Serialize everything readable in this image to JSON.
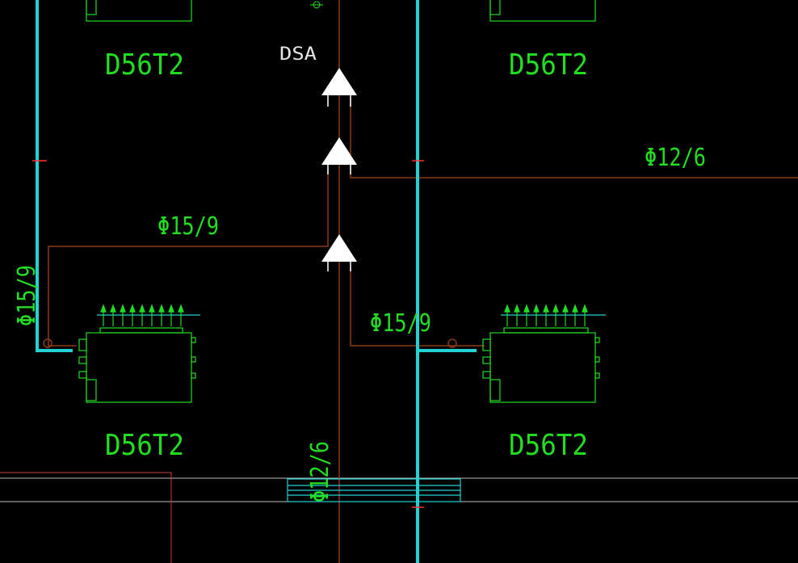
{
  "colors": {
    "background": "#000000",
    "duct": "#22d3d3",
    "pipe": "#8b3a1a",
    "unit": "#22dd22",
    "unit_label": "#22dd22",
    "mark": "#ff3030",
    "wall": "#bfbfbf",
    "wall_red": "#c84040",
    "white": "#ffffff"
  },
  "labels": {
    "unit_top_left": "D56T2",
    "unit_top_right": "D56T2",
    "unit_bottom_left": "D56T2",
    "unit_bottom_right": "D56T2",
    "branch": "DSA",
    "pipe_right": "Φ12/6",
    "pipe_left": "Φ15/9",
    "pipe_vertical_left": "Φ15/9",
    "pipe_center": "Φ15/9",
    "pipe_bottom_vertical": "Φ12/6"
  },
  "icons": {
    "branch_joint": "triangle-up-icon",
    "unit": "indoor-unit-icon"
  }
}
